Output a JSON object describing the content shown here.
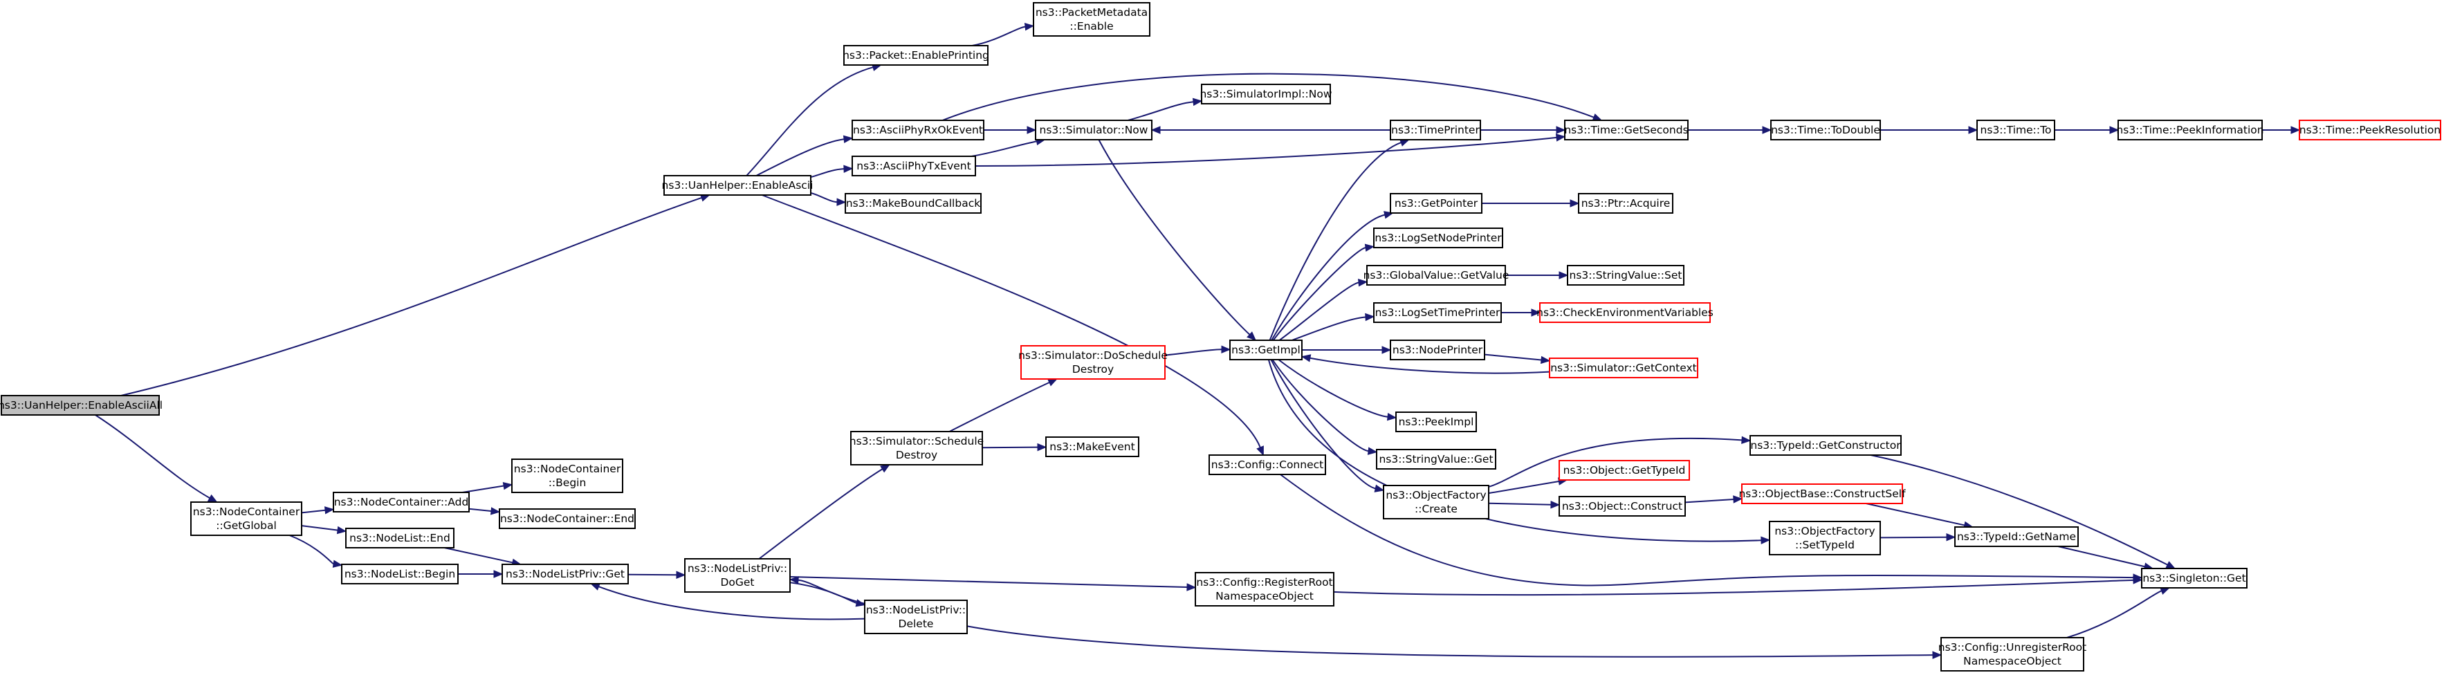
{
  "graph": {
    "nodes": [
      {
        "id": "root",
        "lines": [
          "ns3::UanHelper::EnableAsciiAll"
        ],
        "style": "root"
      },
      {
        "id": "enableAscii",
        "lines": [
          "ns3::UanHelper::EnableAscii"
        ]
      },
      {
        "id": "nodeContainerGetGlobal",
        "lines": [
          "ns3::NodeContainer",
          "::GetGlobal"
        ]
      },
      {
        "id": "packetEnablePrinting",
        "lines": [
          "ns3::Packet::EnablePrinting"
        ]
      },
      {
        "id": "packetMetadataEnable",
        "lines": [
          "ns3::PacketMetadata",
          "::Enable"
        ]
      },
      {
        "id": "asciiPhyRxOkEvent",
        "lines": [
          "ns3::AsciiPhyRxOkEvent"
        ]
      },
      {
        "id": "asciiPhyTxEvent",
        "lines": [
          "ns3::AsciiPhyTxEvent"
        ]
      },
      {
        "id": "makeBoundCallback",
        "lines": [
          "ns3::MakeBoundCallback"
        ]
      },
      {
        "id": "simulatorNow",
        "lines": [
          "ns3::Simulator::Now"
        ]
      },
      {
        "id": "simulatorImplNow",
        "lines": [
          "ns3::SimulatorImpl::Now"
        ]
      },
      {
        "id": "timePrinter",
        "lines": [
          "ns3::TimePrinter"
        ]
      },
      {
        "id": "timeGetSeconds",
        "lines": [
          "ns3::Time::GetSeconds"
        ]
      },
      {
        "id": "timeToDouble",
        "lines": [
          "ns3::Time::ToDouble"
        ]
      },
      {
        "id": "timeTo",
        "lines": [
          "ns3::Time::To"
        ]
      },
      {
        "id": "timePeekInformation",
        "lines": [
          "ns3::Time::PeekInformation"
        ]
      },
      {
        "id": "timePeekResolution",
        "lines": [
          "ns3::Time::PeekResolution"
        ],
        "style": "red"
      },
      {
        "id": "getPointer",
        "lines": [
          "ns3::GetPointer"
        ]
      },
      {
        "id": "ptrAcquire",
        "lines": [
          "ns3::Ptr::Acquire"
        ]
      },
      {
        "id": "logSetNodePrinter",
        "lines": [
          "ns3::LogSetNodePrinter"
        ]
      },
      {
        "id": "globalValueGetValue",
        "lines": [
          "ns3::GlobalValue::GetValue"
        ]
      },
      {
        "id": "stringValueSet",
        "lines": [
          "ns3::StringValue::Set"
        ]
      },
      {
        "id": "logSetTimePrinter",
        "lines": [
          "ns3::LogSetTimePrinter"
        ]
      },
      {
        "id": "checkEnvironmentVariables",
        "lines": [
          "ns3::CheckEnvironmentVariables"
        ],
        "style": "red"
      },
      {
        "id": "getImpl",
        "lines": [
          "ns3::GetImpl"
        ]
      },
      {
        "id": "nodePrinter",
        "lines": [
          "ns3::NodePrinter"
        ]
      },
      {
        "id": "simulatorGetContext",
        "lines": [
          "ns3::Simulator::GetContext"
        ],
        "style": "red"
      },
      {
        "id": "simulatorDoScheduleDestroy",
        "lines": [
          "ns3::Simulator::DoSchedule",
          "Destroy"
        ],
        "style": "red"
      },
      {
        "id": "peekImpl",
        "lines": [
          "ns3::PeekImpl"
        ]
      },
      {
        "id": "stringValueGet",
        "lines": [
          "ns3::StringValue::Get"
        ]
      },
      {
        "id": "simulatorScheduleDestroy",
        "lines": [
          "ns3::Simulator::Schedule",
          "Destroy"
        ]
      },
      {
        "id": "makeEvent",
        "lines": [
          "ns3::MakeEvent"
        ]
      },
      {
        "id": "configConnect",
        "lines": [
          "ns3::Config::Connect"
        ]
      },
      {
        "id": "typeIdGetConstructor",
        "lines": [
          "ns3::TypeId::GetConstructor"
        ]
      },
      {
        "id": "objectGetTypeId",
        "lines": [
          "ns3::Object::GetTypeId"
        ],
        "style": "red"
      },
      {
        "id": "objectFactoryCreate",
        "lines": [
          "ns3::ObjectFactory",
          "::Create"
        ]
      },
      {
        "id": "objectConstruct",
        "lines": [
          "ns3::Object::Construct"
        ]
      },
      {
        "id": "objectBaseConstructSelf",
        "lines": [
          "ns3::ObjectBase::ConstructSelf"
        ],
        "style": "red"
      },
      {
        "id": "objectFactorySetTypeId",
        "lines": [
          "ns3::ObjectFactory",
          "::SetTypeId"
        ]
      },
      {
        "id": "typeIdGetName",
        "lines": [
          "ns3::TypeId::GetName"
        ]
      },
      {
        "id": "singletonGet",
        "lines": [
          "ns3::Singleton::Get"
        ]
      },
      {
        "id": "nodeContainerBegin",
        "lines": [
          "ns3::NodeContainer",
          "::Begin"
        ]
      },
      {
        "id": "nodeContainerAdd",
        "lines": [
          "ns3::NodeContainer::Add"
        ]
      },
      {
        "id": "nodeContainerEnd",
        "lines": [
          "ns3::NodeContainer::End"
        ]
      },
      {
        "id": "nodeListEnd",
        "lines": [
          "ns3::NodeList::End"
        ]
      },
      {
        "id": "nodeListBegin",
        "lines": [
          "ns3::NodeList::Begin"
        ]
      },
      {
        "id": "nodeListPrivGet",
        "lines": [
          "ns3::NodeListPriv::Get"
        ]
      },
      {
        "id": "nodeListPrivDoGet",
        "lines": [
          "ns3::NodeListPriv::",
          "DoGet"
        ]
      },
      {
        "id": "nodeListPrivDelete",
        "lines": [
          "ns3::NodeListPriv::",
          "Delete"
        ]
      },
      {
        "id": "configRegisterRoot",
        "lines": [
          "ns3::Config::RegisterRoot",
          "NamespaceObject"
        ]
      },
      {
        "id": "configUnregisterRoot",
        "lines": [
          "ns3::Config::UnregisterRoot",
          "NamespaceObject"
        ]
      }
    ]
  }
}
